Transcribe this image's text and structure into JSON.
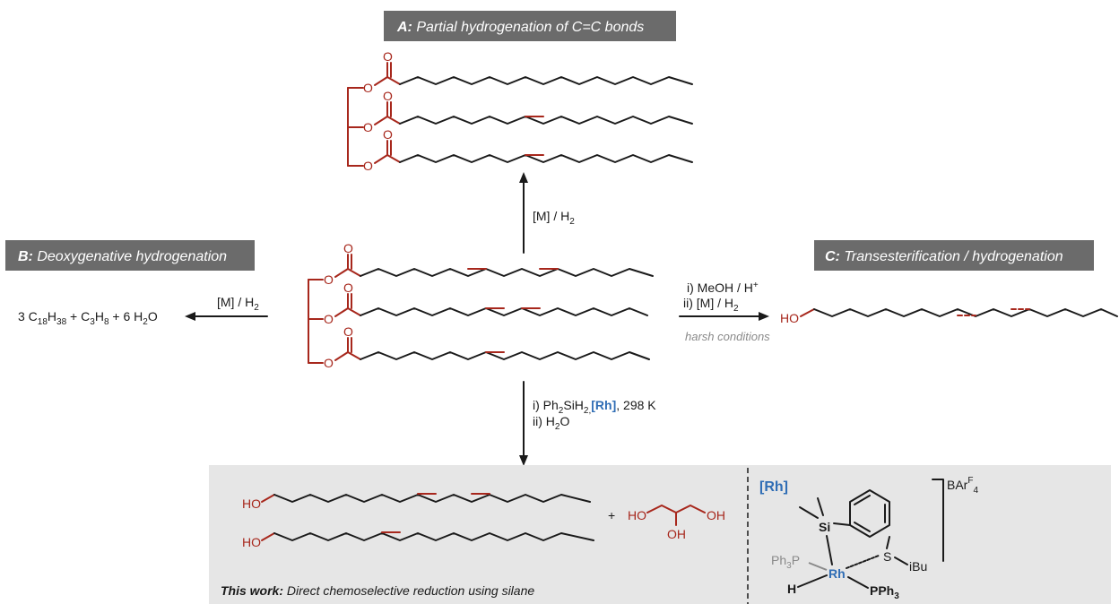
{
  "headers": {
    "A": {
      "letter": "A:",
      "text": " Partial hydrogenation of C=C bonds"
    },
    "B": {
      "letter": "B:",
      "text": " Deoxygenative hydrogenation"
    },
    "C": {
      "letter": "C:",
      "text": " Transesterification / hydrogenation"
    }
  },
  "atoms": {
    "oxygen": "O",
    "hydroxyl": "HO",
    "oh": "OH"
  },
  "reagents": {
    "up": {
      "main": "[M] / H",
      "sub": "2"
    },
    "left": {
      "main": "[M] / H",
      "sub": "2"
    },
    "right_1": {
      "main": "i) MeOH / H",
      "sup": "+"
    },
    "right_2": {
      "main": "ii) [M] / H",
      "sub": "2"
    },
    "right_note": "harsh conditions",
    "down_1a": "i) Ph",
    "down_1a_sub": "2",
    "down_1b": "SiH",
    "down_1b_sub": "2,",
    "down_1c": "[Rh]",
    "down_1d": ", 298 K",
    "down_2a": "ii) H",
    "down_2a_sub": "2",
    "down_2b": "O"
  },
  "products_B": {
    "t1": "3 C",
    "s1": "18",
    "t2": "H",
    "s2": "38",
    "t3": "  +  C",
    "s3": "3",
    "t4": "H",
    "s4": "8",
    "t5": "  +  6 H",
    "s5": "2",
    "t6": "O"
  },
  "plus": "+",
  "this_work": {
    "bold": "This work:",
    "text": " Direct chemoselective reduction using silane"
  },
  "catalyst": {
    "label": "[Rh]",
    "counterion": "BAr",
    "counterion_sup": "F",
    "counterion_sub": "4",
    "si": "Si",
    "s": "S",
    "ibu": "iBu",
    "rh": "Rh",
    "ph3p": "Ph",
    "ph3p_sub": "3",
    "ph3p_p": "P",
    "h": "H",
    "pph3": "PPh",
    "pph3_sub": "3"
  },
  "colors": {
    "ester_red": "#a7271c",
    "header_grey": "#6b6b6b",
    "box_grey": "#e6e6e6",
    "rh_blue": "#2f6db5"
  }
}
